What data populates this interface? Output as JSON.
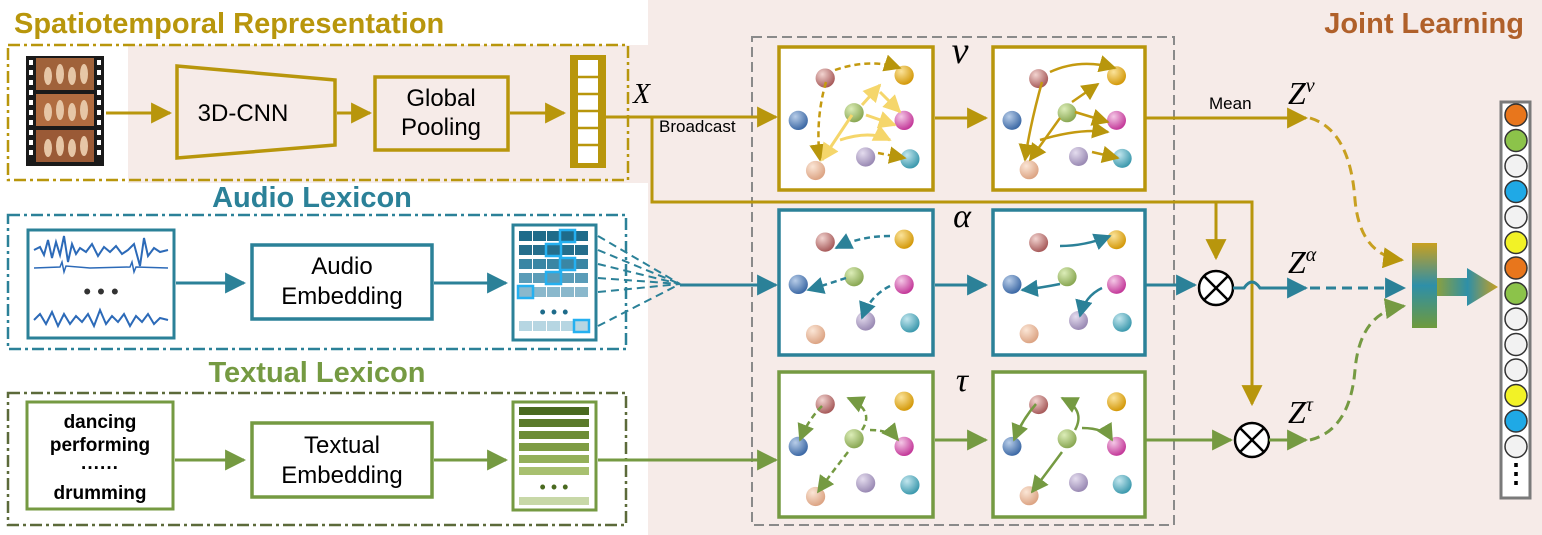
{
  "sections": {
    "spatiotemporal": "Spatiotemporal Representation",
    "audio": "Audio Lexicon",
    "textual": "Textual Lexicon",
    "joint": "Joint Learning"
  },
  "boxes": {
    "cnn": "3D-CNN",
    "global_pooling": [
      "Global",
      "Pooling"
    ],
    "audio_embedding": [
      "Audio",
      "Embedding"
    ],
    "textual_embedding": [
      "Textual",
      "Embedding"
    ]
  },
  "words": [
    "dancing",
    "performing",
    "······",
    "drumming"
  ],
  "audio_dots": "• • •",
  "labels": {
    "x": "X",
    "broadcast": "Broadcast",
    "mean": "Mean",
    "z": "Z",
    "nu": "ν",
    "alpha": "α",
    "tau": "τ"
  },
  "colors": {
    "gold": "#b8960c",
    "teal": "#2b8198",
    "green": "#759a42",
    "joint_title": "#b0602a",
    "joint_bg": "#f6ebe8"
  },
  "output_circles": [
    "#e8761c",
    "#8cc34a",
    "#f2f2f2",
    "#1fa9e6",
    "#f2f2f2",
    "#f2f226",
    "#e8761c",
    "#8cc34a",
    "#f2f2f2",
    "#f2f2f2",
    "#f2f2f2",
    "#f2f226",
    "#1fa9e6",
    "#f2f2f2"
  ],
  "output_dots": "⋮"
}
